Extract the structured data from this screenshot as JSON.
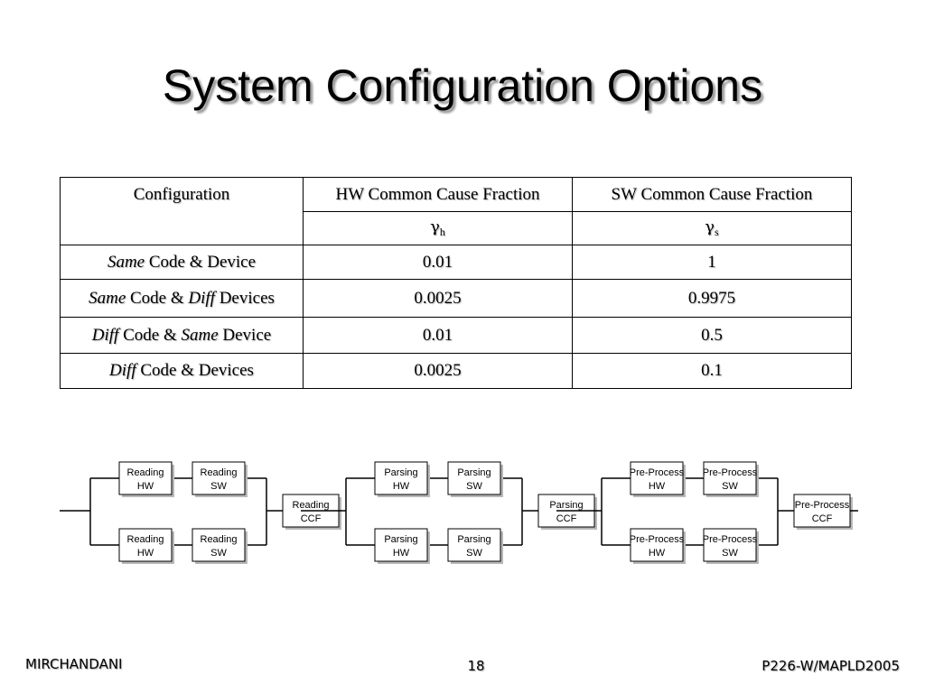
{
  "slide": {
    "title": "System Configuration Options"
  },
  "table": {
    "headers": {
      "configuration": "Configuration",
      "hw": "HW Common Cause Fraction",
      "sw": "SW Common Cause Fraction",
      "hw_symbol": "γ",
      "hw_subscript": "h",
      "sw_symbol": "γ",
      "sw_subscript": "s"
    },
    "rows": [
      {
        "config_italic_1": "Same",
        "config_text_1": " Code & Device",
        "config_italic_2": "",
        "config_text_2": "",
        "hw": "0.01",
        "sw": "1"
      },
      {
        "config_italic_1": "Same",
        "config_text_1": " Code & ",
        "config_italic_2": "Diff",
        "config_text_2": " Devices",
        "hw": "0.0025",
        "sw": "0.9975"
      },
      {
        "config_italic_1": "Diff",
        "config_text_1": " Code & ",
        "config_italic_2": "Same",
        "config_text_2": " Device",
        "hw": "0.01",
        "sw": "0.5"
      },
      {
        "config_italic_1": "Diff",
        "config_text_1": " Code & Devices",
        "config_italic_2": "",
        "config_text_2": "",
        "hw": "0.0025",
        "sw": "0.1"
      }
    ]
  },
  "diagram": {
    "stages": [
      {
        "hw_line1": "Reading",
        "hw_line2": "HW",
        "sw_line1": "Reading",
        "sw_line2": "SW",
        "ccf_line1": "Reading",
        "ccf_line2": "CCF"
      },
      {
        "hw_line1": "Parsing",
        "hw_line2": "HW",
        "sw_line1": "Parsing",
        "sw_line2": "SW",
        "ccf_line1": "Parsing",
        "ccf_line2": "CCF"
      },
      {
        "hw_line1": "Pre-Process",
        "hw_line2": "HW",
        "sw_line1": "Pre-Process",
        "sw_line2": "SW",
        "ccf_line1": "Pre-Process",
        "ccf_line2": "CCF"
      }
    ]
  },
  "footer": {
    "author": "MIRCHANDANI",
    "page_number": "18",
    "reference": "P226-W/MAPLD2005"
  }
}
